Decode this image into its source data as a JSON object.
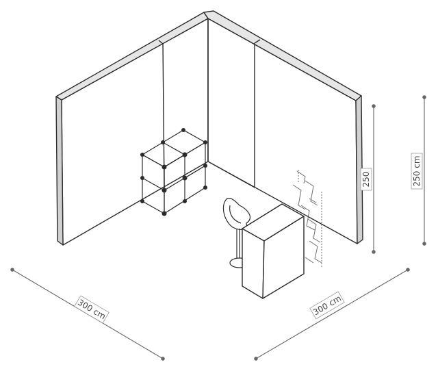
{
  "dimensions": {
    "width_left": "300 cm",
    "width_right": "300 cm",
    "height_inner": "250",
    "height_outer": "250 cm"
  },
  "colors": {
    "line": "#2b2b2b",
    "dim_line": "#666666",
    "label_border": "#999999",
    "wall_face": "#ffffff",
    "wall_edge": "#c8c8c8"
  }
}
